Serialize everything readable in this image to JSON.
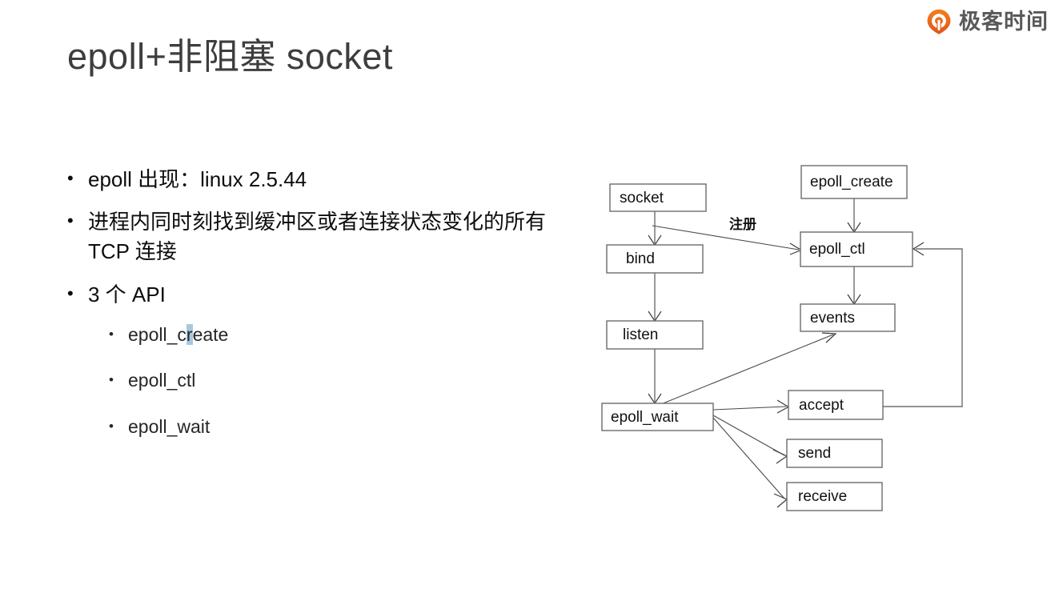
{
  "brand": {
    "icon": "geektime-pin-icon",
    "text": "极客时间",
    "color": "#e8601c"
  },
  "slide": {
    "title": "epoll+非阻塞 socket",
    "background": "#ffffff"
  },
  "bullets": [
    {
      "marker": "•",
      "text": "epoll 出现：linux 2.5.44"
    },
    {
      "marker": "•",
      "text": "进程内同时刻找到缓冲区或者连接状态变化的所有 TCP 连接"
    },
    {
      "marker": "•",
      "text": "3 个 API"
    }
  ],
  "sub_bullets": [
    {
      "marker": "•",
      "pre": "epoll_c",
      "highlight": "r",
      "post": "eate"
    },
    {
      "marker": "•",
      "pre": "epoll_ctl",
      "highlight": "",
      "post": ""
    },
    {
      "marker": "•",
      "pre": "epoll_wait",
      "highlight": "",
      "post": ""
    }
  ],
  "diagram": {
    "nodes": {
      "socket": "socket",
      "bind": "bind",
      "listen": "listen",
      "epoll_wait": "epoll_wait",
      "epoll_create": "epoll_create",
      "epoll_ctl": "epoll_ctl",
      "events": "events",
      "accept": "accept",
      "send": "send",
      "receive": "receive"
    },
    "edge_labels": {
      "register": "注册"
    },
    "stroke_color": "#6b6b6b"
  }
}
